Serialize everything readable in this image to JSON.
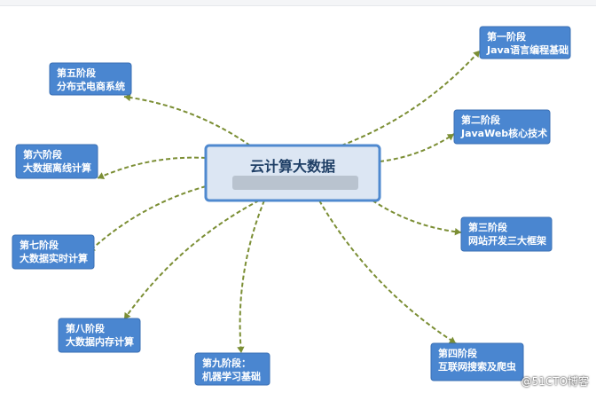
{
  "diagram": {
    "center": {
      "title": "云计算大数据"
    },
    "stages": [
      {
        "id": "s1",
        "line1": "第一阶段",
        "line2": "Java语言编程基础"
      },
      {
        "id": "s2",
        "line1": "第二阶段",
        "line2": "JavaWeb核心技术"
      },
      {
        "id": "s3",
        "line1": "第三阶段",
        "line2": "网站开发三大框架"
      },
      {
        "id": "s4",
        "line1": "第四阶段",
        "line2": "互联网搜索及爬虫"
      },
      {
        "id": "s5",
        "line1": "第五阶段",
        "line2": "分布式电商系统"
      },
      {
        "id": "s6",
        "line1": "第六阶段",
        "line2": "大数据离线计算"
      },
      {
        "id": "s7",
        "line1": "第七阶段",
        "line2": "大数据实时计算"
      },
      {
        "id": "s8",
        "line1": "第八阶段",
        "line2": "大数据内存计算"
      },
      {
        "id": "s9",
        "line1": "第九阶段：",
        "line2": "机器学习基础"
      }
    ]
  },
  "watermark": "@51CTO博客",
  "colors": {
    "node_fill": "#4a86d0",
    "center_fill": "#dce6f3",
    "center_border": "#4f89cf",
    "connector": "#7b8e34"
  }
}
